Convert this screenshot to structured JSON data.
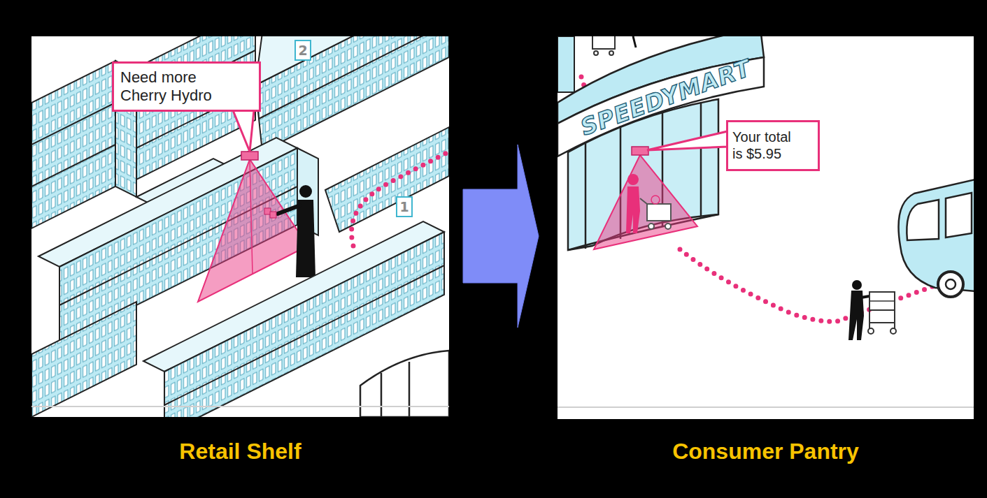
{
  "diagram": {
    "nodes": [
      {
        "text": [
          "Retail Shelf"
        ]
      },
      {
        "text": [
          "Need more Cherry Hydro"
        ],
        "in": 0
      },
      {
        "text": [
          "Consumer Pantry"
        ]
      },
      {
        "text": [
          "Your total is $5.95"
        ],
        "in": 2
      }
    ],
    "edges": [
      {
        "from": 0,
        "to": 2,
        "arrow": "to"
      }
    ],
    "labels": [
      "2",
      "1",
      "SPEEDYMART"
    ]
  }
}
